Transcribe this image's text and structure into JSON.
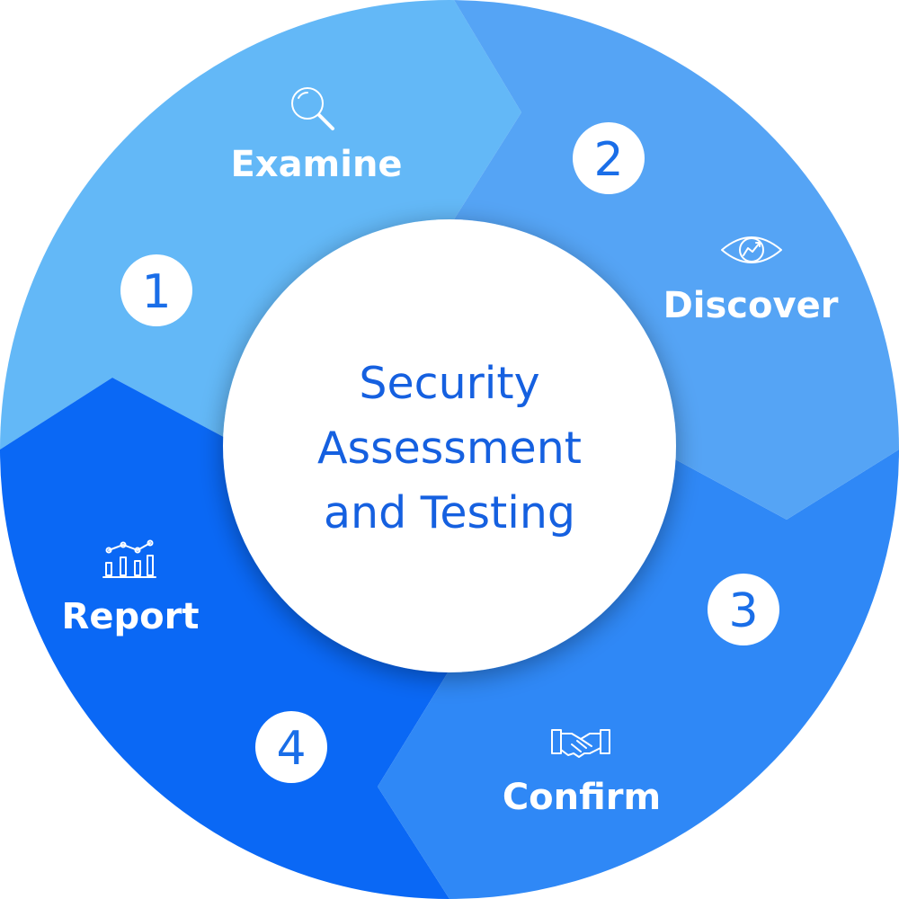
{
  "center": {
    "lines": [
      "Security",
      "Assessment",
      "and Testing"
    ]
  },
  "steps": [
    {
      "number": "1",
      "label": "Examine",
      "icon": "magnifier-icon",
      "color": "#63b8f7"
    },
    {
      "number": "2",
      "label": "Discover",
      "icon": "eye-chart-icon",
      "color": "#55a4f5"
    },
    {
      "number": "3",
      "label": "Confirm",
      "icon": "handshake-icon",
      "color": "#2f88f6"
    },
    {
      "number": "4",
      "label": "Report",
      "icon": "bar-chart-icon",
      "color": "#0a68f5"
    }
  ],
  "colors": {
    "center_fill": "#ffffff",
    "center_text": "#1560e0",
    "number_text": "#1a6ee8"
  }
}
